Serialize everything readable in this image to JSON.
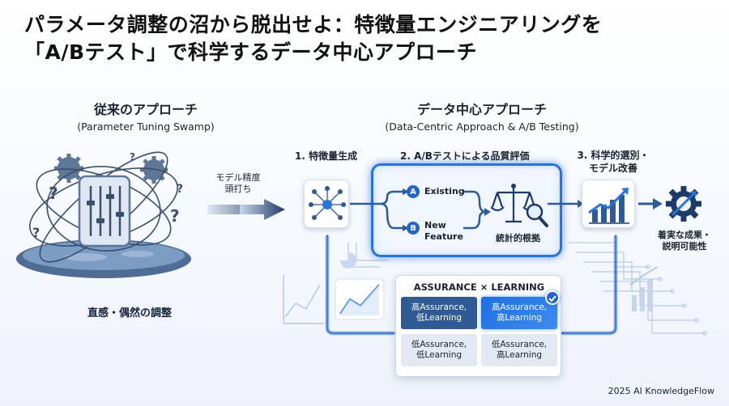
{
  "title": {
    "line1": "パラメータ調整の沼から脱出せよ：特徴量エンジニアリングを",
    "line2": "「A/Bテスト」で科学するデータ中心アプローチ"
  },
  "left": {
    "heading": "従来のアプローチ",
    "subheading": "(Parameter Tuning Swamp)",
    "caption": "直感・偶然の調整",
    "arrow_label": "モデル精度\n頭打ち"
  },
  "right": {
    "heading": "データ中心アプローチ",
    "subheading": "(Data-Centric Approach & A/B Testing)",
    "step1": "1. 特徴量生成",
    "step2": "2. A/Bテストによる品質評価",
    "step3_line1": "3. 科学的選別・",
    "step3_line2": "モデル改善",
    "option_a_badge": "A",
    "option_a_label": "Existing",
    "option_b_badge": "B",
    "option_b_label_line1": "New",
    "option_b_label_line2": "Feature",
    "scale_label": "統計的根拠",
    "outcome_line1": "着実な成果・",
    "outcome_line2": "説明可能性"
  },
  "matrix": {
    "title": "ASSURANCE × LEARNING",
    "cells": [
      {
        "line1": "高Assurance,",
        "line2": "低Learning"
      },
      {
        "line1": "高Assurance,",
        "line2": "高Learning"
      },
      {
        "line1": "低Assurance,",
        "line2": "低Learning"
      },
      {
        "line1": "低Assurance,",
        "line2": "高Learning"
      }
    ]
  },
  "colors": {
    "accent": "#2a73d9",
    "dark_cell": "#2f5a94",
    "light_cell": "#e3e9f2",
    "navy": "#1e3a66"
  },
  "footer": "2025 AI KnowledgeFlow"
}
